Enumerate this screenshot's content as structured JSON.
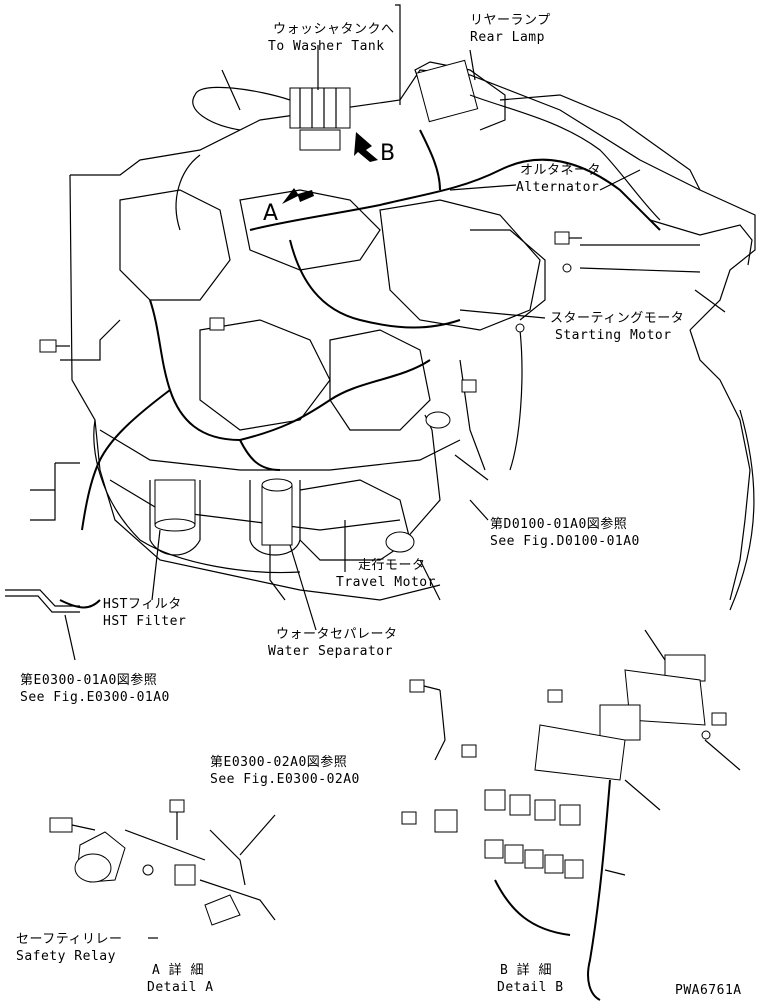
{
  "labels": {
    "washer_tank_jp": "ウォッシャタンクへ",
    "washer_tank_en": "To Washer Tank",
    "rear_lamp_jp": "リヤーランプ",
    "rear_lamp_en": "Rear Lamp",
    "alternator_jp": "オルタネータ",
    "alternator_en": "Alternator",
    "starting_motor_jp": "スターティングモータ",
    "starting_motor_en": "Starting Motor",
    "fig_d0100_jp": "第D0100-01A0図参照",
    "fig_d0100_en": "See Fig.D0100-01A0",
    "travel_motor_jp": "走行モータ",
    "travel_motor_en": "Travel Motor",
    "hst_filter_jp": "HSTフィルタ",
    "hst_filter_en": "HST Filter",
    "water_separator_jp": "ウォータセパレータ",
    "water_separator_en": "Water Separator",
    "fig_e0300_01_jp": "第E0300-01A0図参照",
    "fig_e0300_01_en": "See Fig.E0300-01A0",
    "fig_e0300_02_jp": "第E0300-02A0図参照",
    "fig_e0300_02_en": "See Fig.E0300-02A0",
    "safety_relay_jp": "セーフティリレー",
    "safety_relay_en": "Safety Relay",
    "detail_a_jp": "A 詳 細",
    "detail_a_en": "Detail A",
    "detail_b_jp": "B 詳 細",
    "detail_b_en": "Detail B",
    "marker_a": "A",
    "marker_b": "B",
    "drawing_code": "PWA6761A"
  }
}
